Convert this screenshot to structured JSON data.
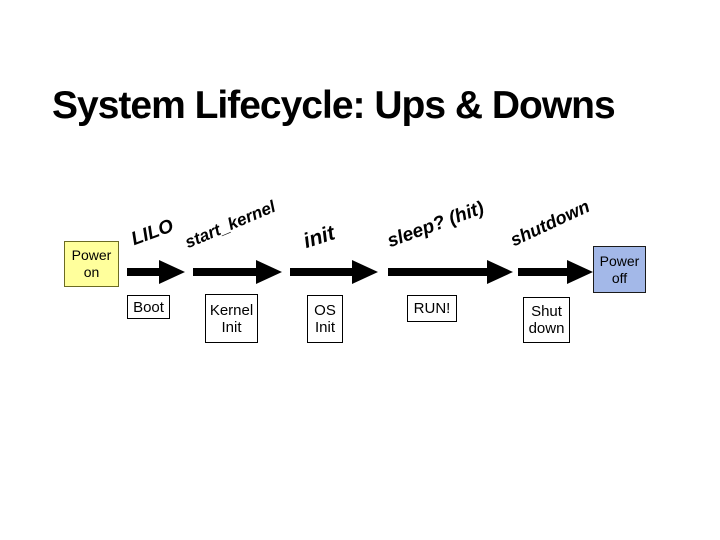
{
  "slide": {
    "title": "System Lifecycle: Ups & Downs",
    "background_color": "#ffffff",
    "arrow_color": "#000000"
  },
  "endpoints": {
    "start": {
      "label": "Power\non",
      "fill_color": "#ffff9c"
    },
    "end": {
      "label": "Power\noff",
      "fill_color": "#a3b8e8"
    }
  },
  "stages": [
    {
      "arrow_label": "LILO",
      "box_label": "Boot"
    },
    {
      "arrow_label": "start_kernel",
      "box_label": "Kernel\nInit"
    },
    {
      "arrow_label": "init",
      "box_label": "OS\nInit"
    },
    {
      "arrow_label": "sleep? (hit)",
      "box_label": "RUN!"
    },
    {
      "arrow_label": "shutdown",
      "box_label": "Shut\ndown"
    }
  ]
}
